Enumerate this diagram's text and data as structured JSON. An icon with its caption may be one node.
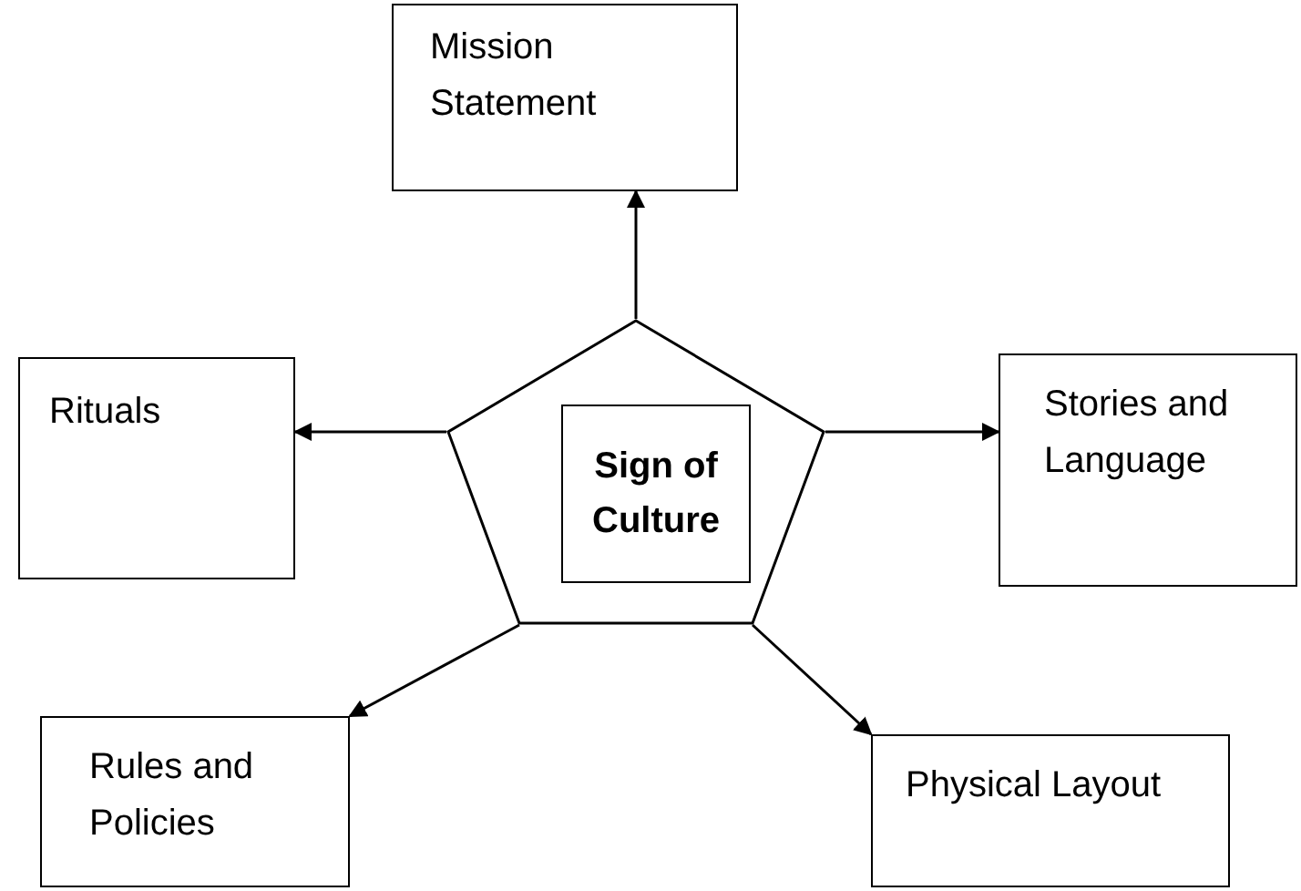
{
  "diagram": {
    "nodes": [
      {
        "text": [],
        "shape": "pentagon"
      },
      {
        "text": [
          "Sign of Culture"
        ],
        "in": 0
      },
      {
        "text": [
          "Mission Statement"
        ]
      },
      {
        "text": [
          "Rituals"
        ]
      },
      {
        "text": [
          "Stories and Language"
        ]
      },
      {
        "text": [
          "Rules and Policies"
        ]
      },
      {
        "text": [
          "Physical Layout"
        ]
      }
    ],
    "edges": [
      {
        "from": 0,
        "to": 2,
        "arrow": "to"
      },
      {
        "from": 0,
        "to": 3,
        "arrow": "to"
      },
      {
        "from": 0,
        "to": 4,
        "arrow": "to"
      },
      {
        "from": 0,
        "to": 5,
        "arrow": "to"
      },
      {
        "from": 0,
        "to": 6,
        "arrow": "to"
      }
    ]
  }
}
